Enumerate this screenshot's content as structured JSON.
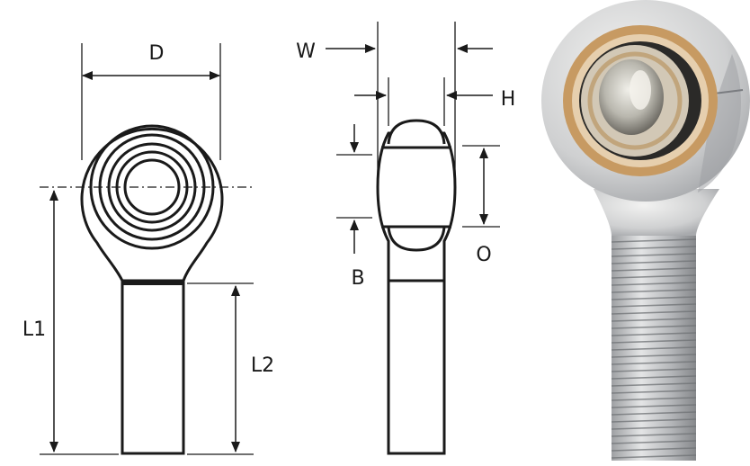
{
  "diagram": {
    "labels": {
      "D": "D",
      "W": "W",
      "H": "H",
      "B": "B",
      "O": "O",
      "L1": "L1",
      "L2": "L2"
    },
    "colors": {
      "line": "#1a1a1a",
      "background": "#ffffff",
      "bronze": "#c79a62",
      "steel": "#c9cacb",
      "steel_dark": "#8e9093"
    },
    "photo": {
      "subject": "rod-end-bearing-photo"
    }
  }
}
